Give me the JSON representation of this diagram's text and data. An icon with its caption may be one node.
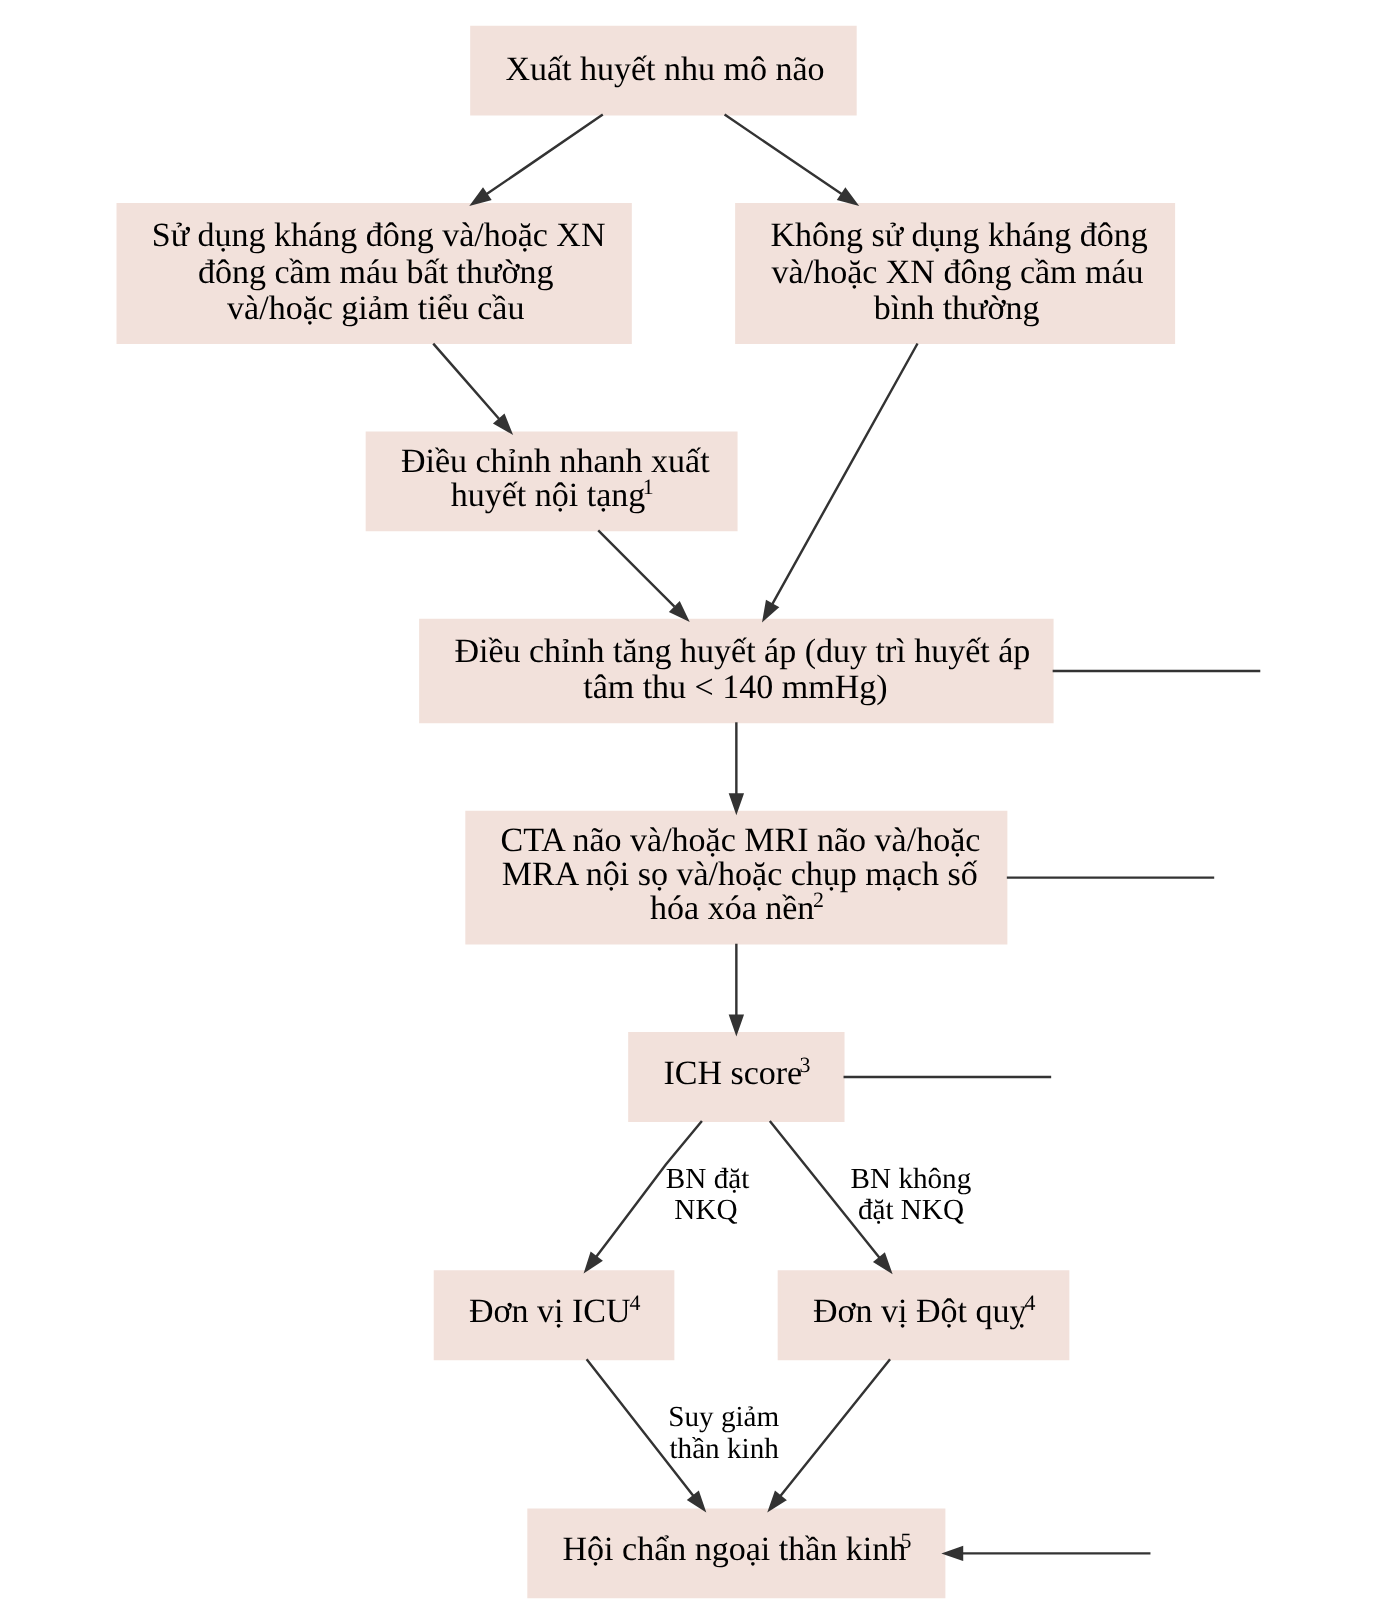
{
  "diagram": {
    "nodes": [
      {
        "text": [
          "Xuất huyết nhu mô não"
        ]
      },
      {
        "text": [
          "Sử dụng kháng đông và/hoặc XN đông cầm máu bất thường và/hoặc giảm tiểu cầu"
        ]
      },
      {
        "text": [
          "Không sử dụng kháng đông và/hoặc XN đông cầm máu bình thường"
        ]
      },
      {
        "text": [
          "Điều chỉnh nhanh xuất huyết nội tạng$^{1}$"
        ]
      },
      {
        "text": [
          "Điều chỉnh tăng huyết áp (duy trì huyết áp tâm thu < 140 mmHg)"
        ]
      },
      {
        "text": [
          "CTA não và/hoặc MRI não và/hoặc MRA nội sọ và/hoặc chụp mạch số hóa xóa nền$^{2}$"
        ]
      },
      {
        "text": [
          "ICH score$^{3}$"
        ]
      },
      {
        "text": [
          "Đơn vị ICU$^{4}$"
        ]
      },
      {
        "text": [
          "Đơn vị Đột quỵ$^{4}$"
        ]
      },
      {
        "text": [
          "Hội chẩn ngoại thần kinh$^{5}$"
        ]
      }
    ],
    "edges": [
      {
        "from": 0,
        "to": 1,
        "arrow": "to"
      },
      {
        "from": 0,
        "to": 2,
        "arrow": "to"
      },
      {
        "from": 1,
        "to": 3,
        "arrow": "to"
      },
      {
        "from": 3,
        "to": 4,
        "arrow": "to"
      },
      {
        "from": 2,
        "to": 4,
        "arrow": "to"
      },
      {
        "from": 4,
        "to": 5,
        "arrow": "to"
      },
      {
        "from": 5,
        "to": 6,
        "arrow": "to"
      },
      {
        "from": 6,
        "to": 7,
        "label": "BN đặt NKQ",
        "arrow": "to"
      },
      {
        "from": 6,
        "to": 8,
        "label": "BN không đặt NKQ",
        "arrow": "to"
      },
      {
        "from": 7,
        "to": 9,
        "label": "Suy giảm thần kinh",
        "arrow": "to"
      },
      {
        "from": 8,
        "to": 9,
        "arrow": "to"
      },
      {
        "from": 4,
        "to": null,
        "arrow": "none"
      },
      {
        "from": 5,
        "to": null,
        "arrow": "none"
      },
      {
        "from": 6,
        "to": null,
        "arrow": "none"
      },
      {
        "from": null,
        "to": 9,
        "arrow": "to"
      }
    ]
  }
}
